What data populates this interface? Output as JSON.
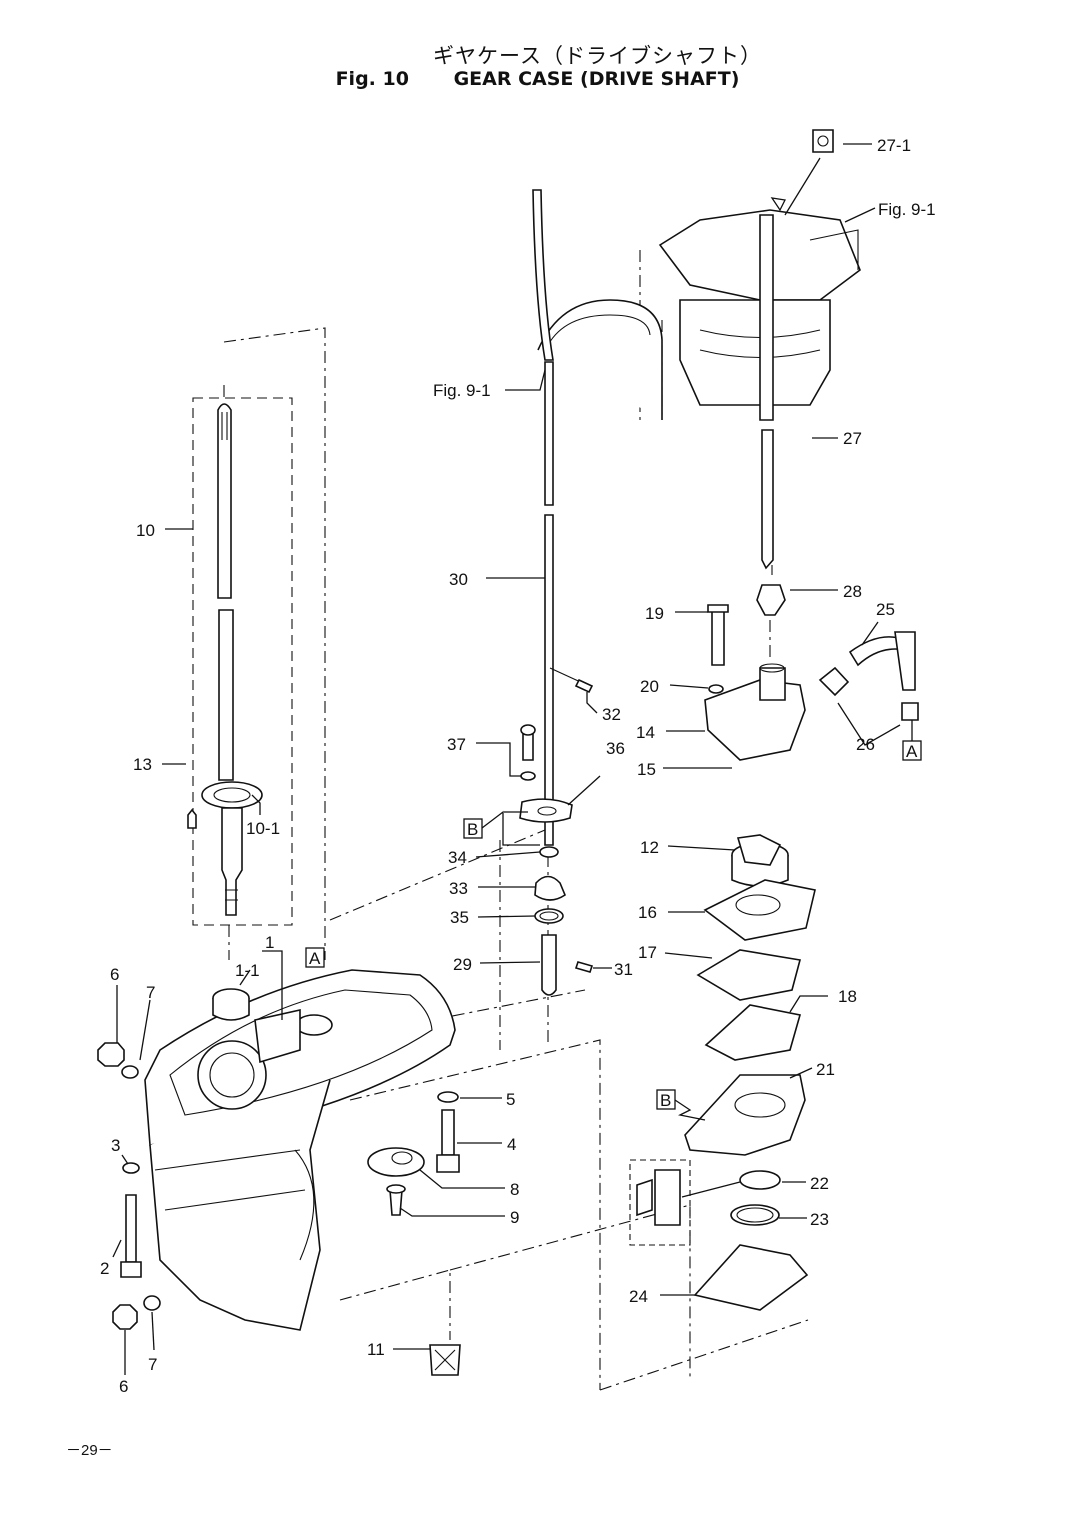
{
  "header": {
    "title_jp": "ギヤケース（ドライブシャフト）",
    "fig_number": "Fig. 10",
    "title_en": "GEAR CASE (DRIVE SHAFT)"
  },
  "footer": {
    "page_number": "－29－"
  },
  "callouts": {
    "c27_1": "27-1",
    "fig9_1_top": "Fig. 9-1",
    "fig9_1_mid": "Fig. 9-1",
    "c27": "27",
    "c10": "10",
    "c30": "30",
    "c28": "28",
    "c19": "19",
    "c25": "25",
    "c20": "20",
    "c32": "32",
    "c14": "14",
    "c26": "26",
    "c37": "37",
    "c36": "36",
    "c13": "13",
    "c10_1": "10-1",
    "c15": "15",
    "c12": "12",
    "c34": "34",
    "c33": "33",
    "c16": "16",
    "c35": "35",
    "c29": "29",
    "c31": "31",
    "c17": "17",
    "c1": "1",
    "c1_1": "1-1",
    "c6a": "6",
    "c7a": "7",
    "c18": "18",
    "c21": "21",
    "c5": "5",
    "c4": "4",
    "c3": "3",
    "c8": "8",
    "c9": "9",
    "c22": "22",
    "c23": "23",
    "c2": "2",
    "c24": "24",
    "c11": "11",
    "c7b": "7",
    "c6b": "6"
  },
  "ref_marks": {
    "a_top": "A",
    "a_right": "A",
    "b_mid": "B",
    "b_low": "B"
  }
}
